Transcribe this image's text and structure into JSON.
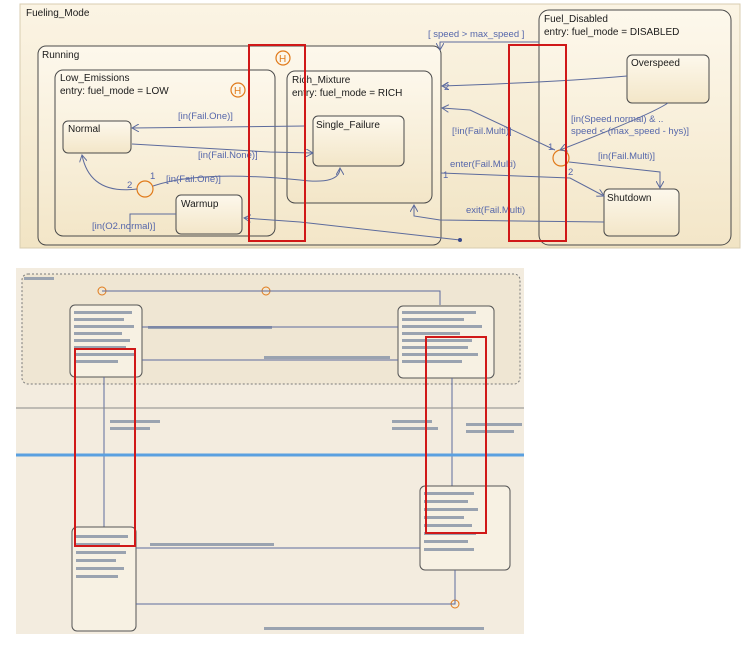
{
  "chart": {
    "root_title": "Fueling_Mode",
    "states": {
      "running": {
        "title": "Running"
      },
      "low_emissions": {
        "title": "Low_Emissions",
        "entry": "entry: fuel_mode = LOW"
      },
      "normal": {
        "title": "Normal"
      },
      "warmup": {
        "title": "Warmup"
      },
      "rich_mixture": {
        "title": "Rich_Mixture",
        "entry": "entry: fuel_mode = RICH"
      },
      "single_failure": {
        "title": "Single_Failure"
      },
      "fuel_disabled": {
        "title": "Fuel_Disabled",
        "entry": "entry: fuel_mode = DISABLED"
      },
      "overspeed": {
        "title": "Overspeed"
      },
      "shutdown": {
        "title": "Shutdown"
      }
    },
    "history_symbol": "H",
    "transitions": {
      "speed_gt_max": "[ speed > max_speed ]",
      "fail_one_top": "[in(Fail.One)]",
      "fail_none": "[in(Fail.None)]",
      "fail_one_bottom": "[in(Fail.One)]",
      "o2_normal": "[in(O2.normal)]",
      "not_fail_multi": "[!in(Fail.Multi)]",
      "enter_fail_multi": "enter(Fail.Multi)",
      "exit_fail_multi": "exit(Fail.Multi)",
      "speed_normal_1": "[in(Speed.normal) & ..",
      "speed_normal_2": "speed < (max_speed - hys)]",
      "fail_multi_right": "[in(Fail.Multi)]"
    },
    "priorities": {
      "p1_left": "1",
      "p2_left": "2",
      "p1_right": "1",
      "p2_right": "2",
      "p2_top": "2",
      "p1_mid": "1"
    }
  }
}
